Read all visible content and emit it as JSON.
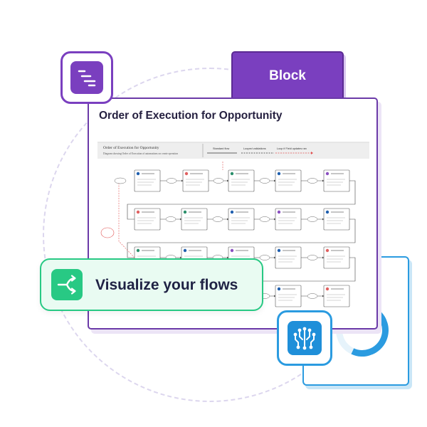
{
  "block_tag": {
    "label": "Block"
  },
  "document": {
    "title": "Order of Execution for Opportunity",
    "diagram": {
      "header_title": "Order of Execution for Opportunity",
      "header_subtitle": "Diagram showing Order of Execution of automations on create operation",
      "legend": [
        "Standard flow",
        "Looped validations",
        "Loop if Field updates ran"
      ]
    }
  },
  "callout": {
    "label": "Visualize your flows"
  },
  "icons": {
    "top_left": "text-lines-icon",
    "callout": "flow-branch-icon",
    "bottom_right": "circuit-icon"
  },
  "colors": {
    "purple": "#7a3fbf",
    "green": "#28c984",
    "blue": "#2b9be0",
    "title_text": "#252040"
  }
}
